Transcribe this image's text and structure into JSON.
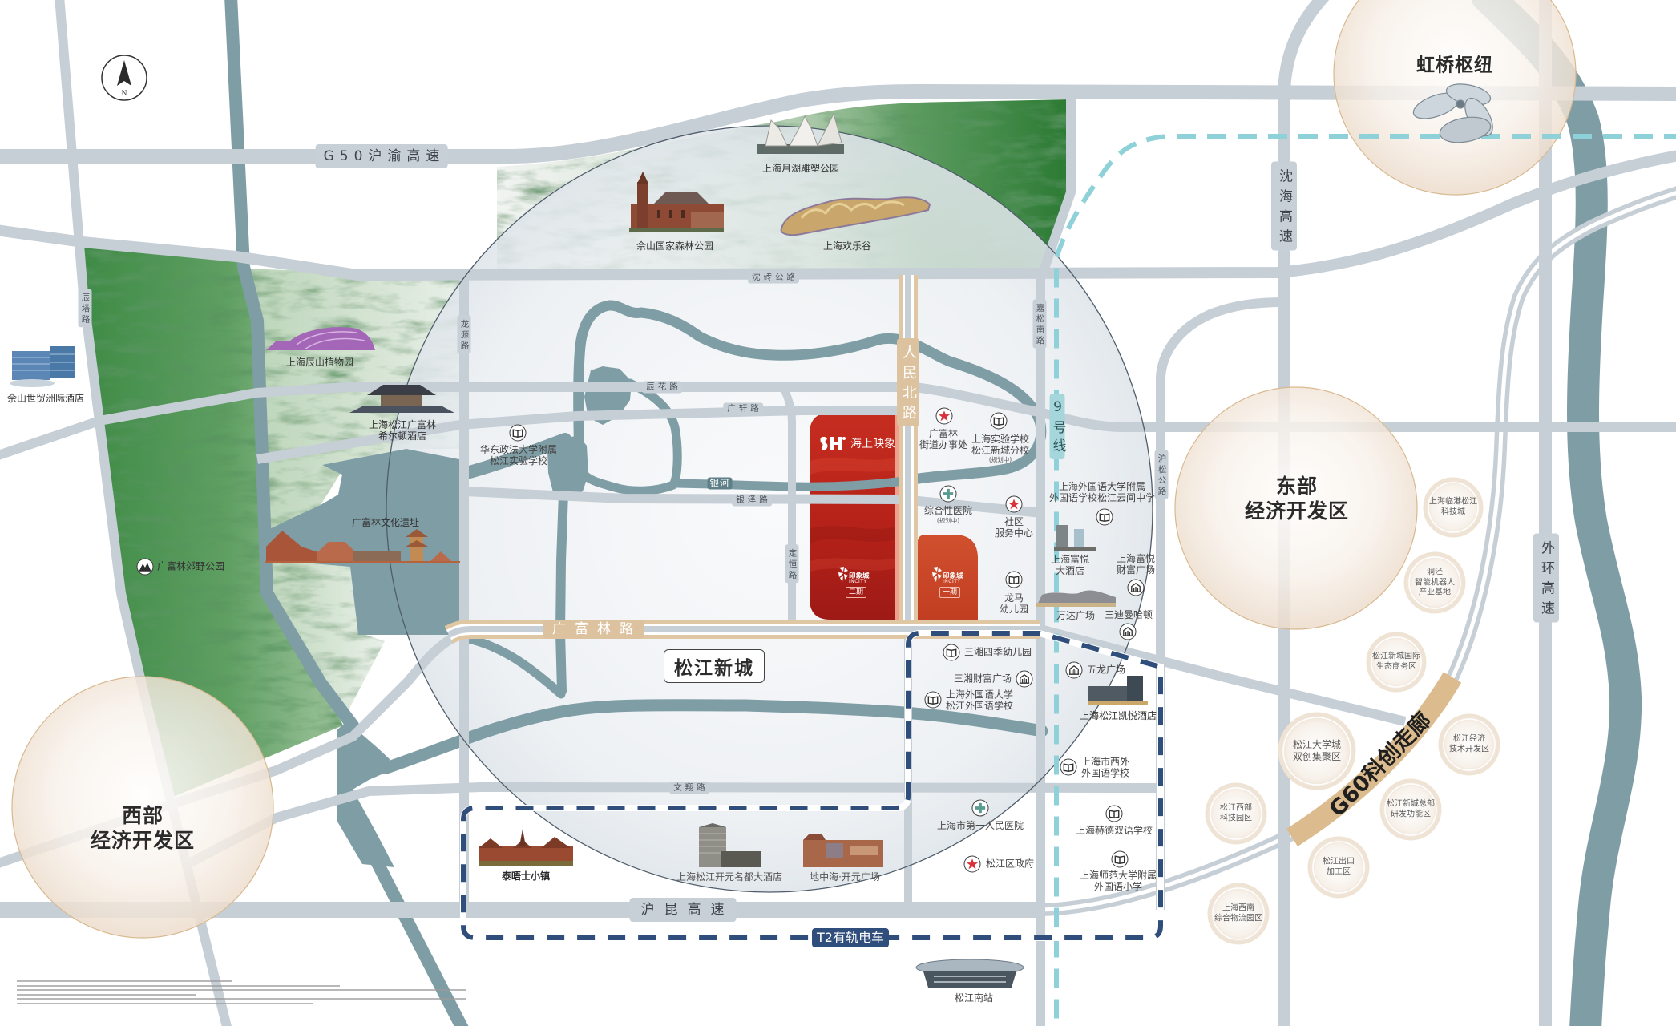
{
  "compass": {
    "north": "N"
  },
  "roads": {
    "g50": "G50沪渝高速",
    "hukun": "沪昆高速",
    "shenhai": "沈海高速",
    "waihuan": "外环高速",
    "shenzhuan": "沈砖公路",
    "chenta": "辰塔路",
    "longyuan": "龙源路",
    "chenhua": "辰花路",
    "guangxuan": "广轩路",
    "yinze": "银泽路",
    "dingheng": "定恒路",
    "renminbei": "人民北路",
    "guangfulin": "广富林路",
    "jiasongnan": "嘉松南路",
    "husong": "沪松公路",
    "wenxiang": "文翔路"
  },
  "rivers": {
    "yinhe": "银河"
  },
  "transit": {
    "metro_line_9": "9号线",
    "tram_t2": "T2有轨电车",
    "g60_corridor": "G60科创走廊"
  },
  "districts": {
    "songjiang_new_city": "松江新城",
    "hongqiao_hub": "虹桥枢纽",
    "east_zone": [
      "东部",
      "经济开发区"
    ],
    "west_zone": [
      "西部",
      "经济开发区"
    ]
  },
  "project": {
    "name": "海上映象",
    "brand_cn": "印象城",
    "brand_en": "INCITY",
    "phase_2": "二期",
    "phase_1": "一期"
  },
  "landmarks": {
    "yuehu_sculpture_park": "上海月湖雕塑公园",
    "sheshan_forest_park": "佘山国家森林公园",
    "happy_valley": "上海欢乐谷",
    "chenshan_botanical_garden": "上海辰山植物园",
    "sheshan_intercontinental": "佘山世贸洲际酒店",
    "guangfulin_hilton": [
      "上海松江广富林",
      "希尔顿酒店"
    ],
    "guangfulin_ruins": "广富林文化遗址",
    "guangfulin_country_park": "广富林郊野公园",
    "thames_town": "泰晤士小镇",
    "kaiyuan_hotel": "上海松江开元名都大酒店",
    "mediterranean_plaza": "地中海·开元广场",
    "fuyue_hotel": [
      "上海富悦",
      "大酒店"
    ],
    "wanda_plaza": "万达广场",
    "hyatt_hotel": "上海松江凯悦酒店",
    "songjiang_south_station": "松江南站"
  },
  "pois": {
    "ecupl_school": {
      "type": "school",
      "lines": [
        "华东政法大学附属",
        "松江实验学校"
      ]
    },
    "guangfulin_subdistrict": {
      "type": "government",
      "lines": [
        "广富林",
        "街道办事处"
      ]
    },
    "shanghai_experimental_school": {
      "type": "school",
      "lines": [
        "上海实验学校",
        "松江新城分校"
      ],
      "note": "(规划中)"
    },
    "general_hospital": {
      "type": "hospital",
      "lines": [
        "综合性医院"
      ],
      "note": "(规划中)"
    },
    "community_center": {
      "type": "government",
      "lines": [
        "社区",
        "服务中心"
      ]
    },
    "yunjian_middle_school": {
      "type": "school",
      "lines": [
        "上海外国语大学附属",
        "外国语学校松江云间中学"
      ]
    },
    "fuyue_wealth_plaza": {
      "type": "mall",
      "lines": [
        "上海富悦",
        "财富广场"
      ]
    },
    "longma_kindergarten": {
      "type": "school",
      "lines": [
        "龙马",
        "幼儿园"
      ]
    },
    "sandi_manhattan": {
      "type": "mall",
      "lines": [
        "三迪曼哈顿"
      ]
    },
    "sanxiang_kindergarten": {
      "type": "school",
      "lines": [
        "三湘四季幼儿园"
      ]
    },
    "sanxiang_wealth_plaza": {
      "type": "mall",
      "lines": [
        "三湘财富广场"
      ]
    },
    "sisu_songjiang_school": {
      "type": "school",
      "lines": [
        "上海外国语大学",
        "松江外国语学校"
      ]
    },
    "wulong_plaza": {
      "type": "mall",
      "lines": [
        "五龙广场"
      ]
    },
    "xiwai_school": {
      "type": "school",
      "lines": [
        "上海市西外",
        "外国语学校"
      ]
    },
    "first_peoples_hospital": {
      "type": "hospital",
      "lines": [
        "上海市第一人民医院"
      ]
    },
    "district_government": {
      "type": "government",
      "lines": [
        "松江区政府"
      ]
    },
    "hd_bilingual_school": {
      "type": "school",
      "lines": [
        "上海赫德双语学校"
      ]
    },
    "shnu_primary_school": {
      "type": "school",
      "lines": [
        "上海师范大学附属",
        "外国语小学"
      ]
    }
  },
  "zones": {
    "lingang_tech_city": [
      "上海临港松江",
      "科技城"
    ],
    "dongjing_robot_base": [
      "洞泾",
      "智能机器人",
      "产业基地"
    ],
    "eco_business_district": [
      "松江新城国际",
      "生态商务区"
    ],
    "university_town": [
      "松江大学城",
      "双创集聚区"
    ],
    "economic_dev_zone": [
      "松江经济",
      "技术开发区"
    ],
    "west_tech_park": [
      "松江西部",
      "科技园区"
    ],
    "hq_rd_zone": [
      "松江新城总部",
      "研发功能区"
    ],
    "export_processing_zone": [
      "松江出口",
      "加工区"
    ],
    "southwest_logistics_park": [
      "上海西南",
      "综合物流园区"
    ]
  },
  "colors": {
    "road": "#c6ced6",
    "river": "#7f9da5",
    "metro_line_9": "#8fd1d8",
    "tram_t2": "#2f4e7b",
    "g60_corridor": "#dcbc8e",
    "project_phase_2": "#b8241c",
    "project_phase_1": "#cc4528",
    "green_space": "#3e8a45"
  }
}
